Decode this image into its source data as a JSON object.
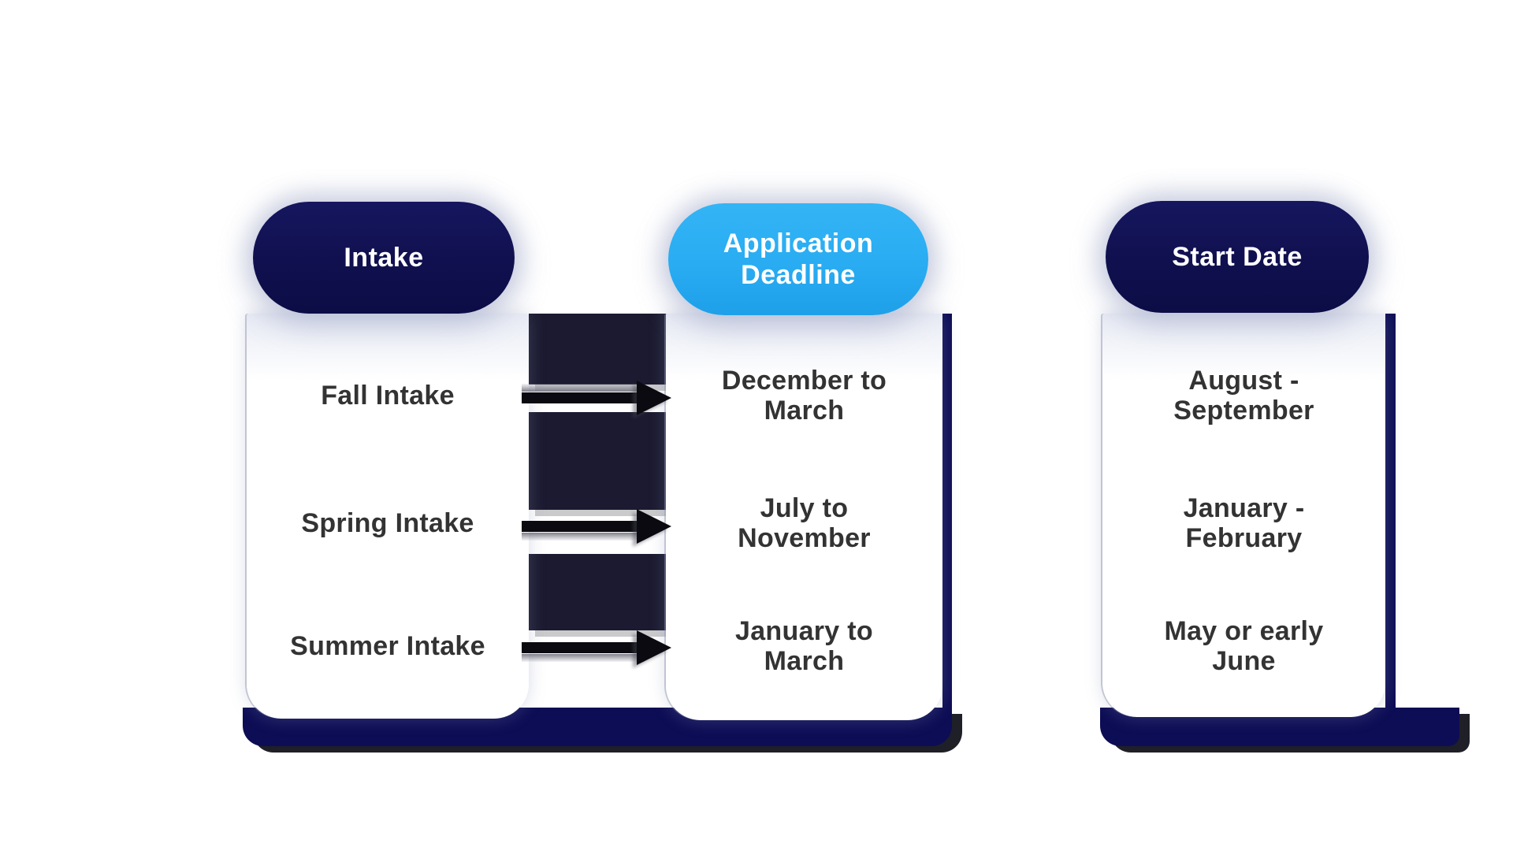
{
  "title": "Intake, application deadline and start date timeline",
  "colors": {
    "navy": "#10104f",
    "blue": "#29acf2",
    "strip": "#1b1a30",
    "bar": "#0d0d55",
    "arrow": "#0a0a10",
    "text": "#333333"
  },
  "columns": [
    {
      "id": "intake",
      "header": "Intake",
      "rows": [
        "Fall Intake",
        "Spring Intake",
        "Summer Intake"
      ]
    },
    {
      "id": "application-deadline",
      "header": "Application\nDeadline",
      "rows": [
        "December to\nMarch",
        "July to\nNovember",
        "January to\nMarch"
      ]
    },
    {
      "id": "start-date",
      "header": "Start Date",
      "rows": [
        "August -\nSeptember",
        "January -\nFebruary",
        "May or early\nJune"
      ]
    }
  ],
  "connectors": [
    {
      "icon": "right-arrow",
      "from": "Fall Intake",
      "to": "December to March"
    },
    {
      "icon": "right-arrow",
      "from": "Spring Intake",
      "to": "July to November"
    },
    {
      "icon": "right-arrow",
      "from": "Summer Intake",
      "to": "January to March"
    }
  ]
}
